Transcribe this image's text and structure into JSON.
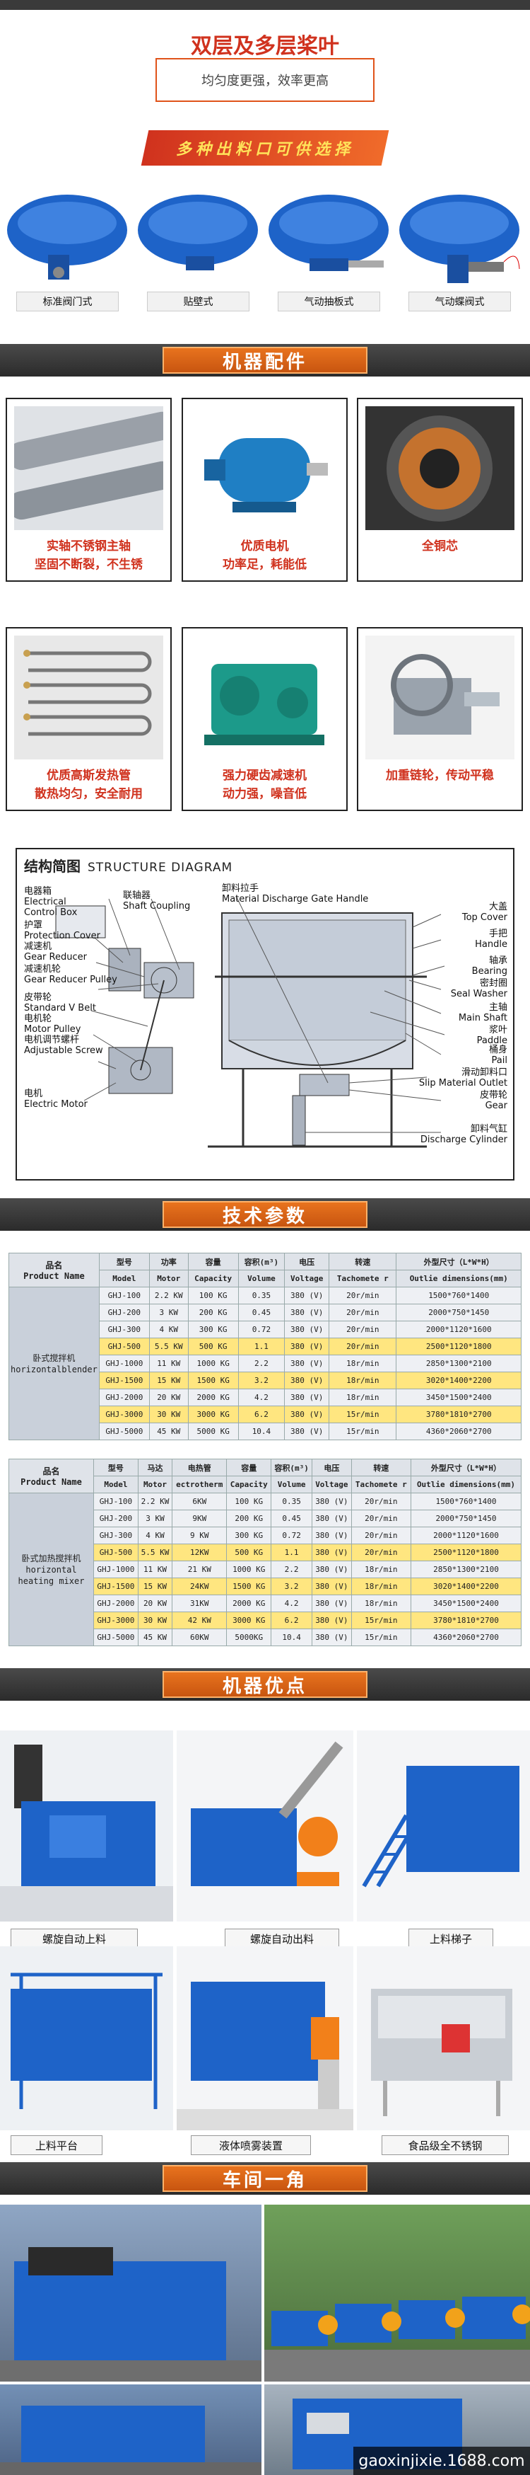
{
  "paddle_section": {
    "title": "双层及多层桨叶",
    "subtitle": "均匀度更强，效率更高",
    "ribbon": "多种出料口可供选择",
    "outlets": [
      {
        "label": "标准阀门式"
      },
      {
        "label": "贴壁式"
      },
      {
        "label": "气动抽板式"
      },
      {
        "label": "气动蝶阀式"
      }
    ]
  },
  "accessories": {
    "banner": "机器配件",
    "cards": [
      {
        "caption": "实轴不锈钢主轴\n坚固不断裂，不生锈"
      },
      {
        "caption": "优质电机\n功率足，耗能低"
      },
      {
        "caption": "全铜芯"
      },
      {
        "caption": "优质高斯发热管\n散热均匀，安全耐用"
      },
      {
        "caption": "强力硬齿减速机\n动力强，噪音低"
      },
      {
        "caption": "加重链轮，传动平稳"
      }
    ]
  },
  "structure": {
    "title_cn": "结构简图",
    "title_en": "STRUCTURE DIAGRAM",
    "left_labels": [
      [
        "电器箱",
        "Electrical",
        "Control Box"
      ],
      [
        "护罩",
        "Protection Cover"
      ],
      [
        "减速机",
        "Gear Reducer"
      ],
      [
        "减速机轮",
        "Gear Reducer Pulley"
      ],
      [
        "皮带轮",
        "Standard V Belt"
      ],
      [
        "电机轮",
        "Motor Pulley"
      ],
      [
        "电机调节螺杆",
        "Adjustable Screw"
      ],
      [
        "电机",
        "Electric Motor"
      ]
    ],
    "top_labels": [
      [
        "联轴器",
        "Shaft Coupling"
      ],
      [
        "卸料拉手",
        "Material Discharge Gate Handle"
      ]
    ],
    "right_labels": [
      [
        "大盖",
        "Top Cover"
      ],
      [
        "手把",
        "Handle"
      ],
      [
        "轴承",
        "Bearing"
      ],
      [
        "密封圈",
        "Seal Washer"
      ],
      [
        "主轴",
        "Main Shaft"
      ],
      [
        "浆叶",
        "Paddle"
      ],
      [
        "桶身",
        "Pail"
      ],
      [
        "滑动卸料口",
        "Slip Material Outlet"
      ],
      [
        "皮带轮",
        "Gear"
      ],
      [
        "卸料气缸",
        "Discharge Cylinder"
      ]
    ]
  },
  "specs": {
    "banner": "技术参数",
    "table1": {
      "cat_label": "品名\nProduct Name",
      "group_name": "卧式搅拌机\nhorizontalblender",
      "headers_cn": [
        "型号",
        "功率",
        "容量",
        "容积(m³)",
        "电压",
        "转速",
        "外型尺寸（L*W*H）"
      ],
      "headers_en": [
        "Model",
        "Motor",
        "Capacity",
        "Volume",
        "Voltage",
        "Tachomete r",
        "Outlie dimensions(mm)"
      ],
      "rows": [
        [
          "GHJ-100",
          "2.2 KW",
          "100 KG",
          "0.35",
          "380 (V)",
          "20r/min",
          "1500*760*1400"
        ],
        [
          "GHJ-200",
          "3 KW",
          "200 KG",
          "0.45",
          "380 (V)",
          "20r/min",
          "2000*750*1450"
        ],
        [
          "GHJ-300",
          "4 KW",
          "300 KG",
          "0.72",
          "380 (V)",
          "20r/min",
          "2000*1120*1600"
        ],
        [
          "GHJ-500",
          "5.5 KW",
          "500 KG",
          "1.1",
          "380 (V)",
          "20r/min",
          "2500*1120*1800"
        ],
        [
          "GHJ-1000",
          "11 KW",
          "1000 KG",
          "2.2",
          "380 (V)",
          "18r/min",
          "2850*1300*2100"
        ],
        [
          "GHJ-1500",
          "15 KW",
          "1500 KG",
          "3.2",
          "380 (V)",
          "18r/min",
          "3020*1400*2200"
        ],
        [
          "GHJ-2000",
          "20 KW",
          "2000 KG",
          "4.2",
          "380 (V)",
          "18r/min",
          "3450*1500*2400"
        ],
        [
          "GHJ-3000",
          "30 KW",
          "3000 KG",
          "6.2",
          "380 (V)",
          "15r/min",
          "3780*1810*2700"
        ],
        [
          "GHJ-5000",
          "45 KW",
          "5000 KG",
          "10.4",
          "380 (V)",
          "15r/min",
          "4360*2060*2700"
        ]
      ]
    },
    "table2": {
      "cat_label": "品名\nProduct Name",
      "group_name": "卧式加热搅拌机\nhorizontal\nheating mixer",
      "headers_cn": [
        "型号",
        "马达",
        "电热管",
        "容量",
        "容积(m³)",
        "电压",
        "转速",
        "外型尺寸（L*W*H）"
      ],
      "headers_en": [
        "Model",
        "Motor",
        "ectrotherm",
        "Capacity",
        "Volume",
        "Voltage",
        "Tachomete r",
        "Outlie dimensions(mm)"
      ],
      "rows": [
        [
          "GHJ-100",
          "2.2 KW",
          "6KW",
          "100 KG",
          "0.35",
          "380 (V)",
          "20r/min",
          "1500*760*1400"
        ],
        [
          "GHJ-200",
          "3 KW",
          "9KW",
          "200 KG",
          "0.45",
          "380 (V)",
          "20r/min",
          "2000*750*1450"
        ],
        [
          "GHJ-300",
          "4 KW",
          "9 KW",
          "300 KG",
          "0.72",
          "380 (V)",
          "20r/min",
          "2000*1120*1600"
        ],
        [
          "GHJ-500",
          "5.5 KW",
          "12KW",
          "500 KG",
          "1.1",
          "380 (V)",
          "20r/min",
          "2500*1120*1800"
        ],
        [
          "GHJ-1000",
          "11 KW",
          "21 KW",
          "1000 KG",
          "2.2",
          "380 (V)",
          "18r/min",
          "2850*1300*2100"
        ],
        [
          "GHJ-1500",
          "15 KW",
          "24KW",
          "1500 KG",
          "3.2",
          "380 (V)",
          "18r/min",
          "3020*1400*2200"
        ],
        [
          "GHJ-2000",
          "20 KW",
          "31KW",
          "2000 KG",
          "4.2",
          "380 (V)",
          "18r/min",
          "3450*1500*2400"
        ],
        [
          "GHJ-3000",
          "30 KW",
          "42 KW",
          "3000 KG",
          "6.2",
          "380 (V)",
          "15r/min",
          "3780*1810*2700"
        ],
        [
          "GHJ-5000",
          "45 KW",
          "60KW",
          "5000KG",
          "10.4",
          "380 (V)",
          "15r/min",
          "4360*2060*2700"
        ]
      ]
    }
  },
  "advantages": {
    "banner": "机器优点",
    "items": [
      {
        "label": "螺旋自动上料"
      },
      {
        "label": "螺旋自动出料"
      },
      {
        "label": "上料梯子"
      },
      {
        "label": "上料平台"
      },
      {
        "label": "液体喷雾装置"
      },
      {
        "label": "食品级全不锈钢"
      }
    ]
  },
  "workshop": {
    "banner": "车间一角",
    "watermark": "gaoxinjixie.1688.com"
  },
  "colors": {
    "accent": "#d0321e",
    "machine_blue": "#1e63c8",
    "highlight_row": "#ffe680",
    "banner_orange": "#e8731e"
  }
}
